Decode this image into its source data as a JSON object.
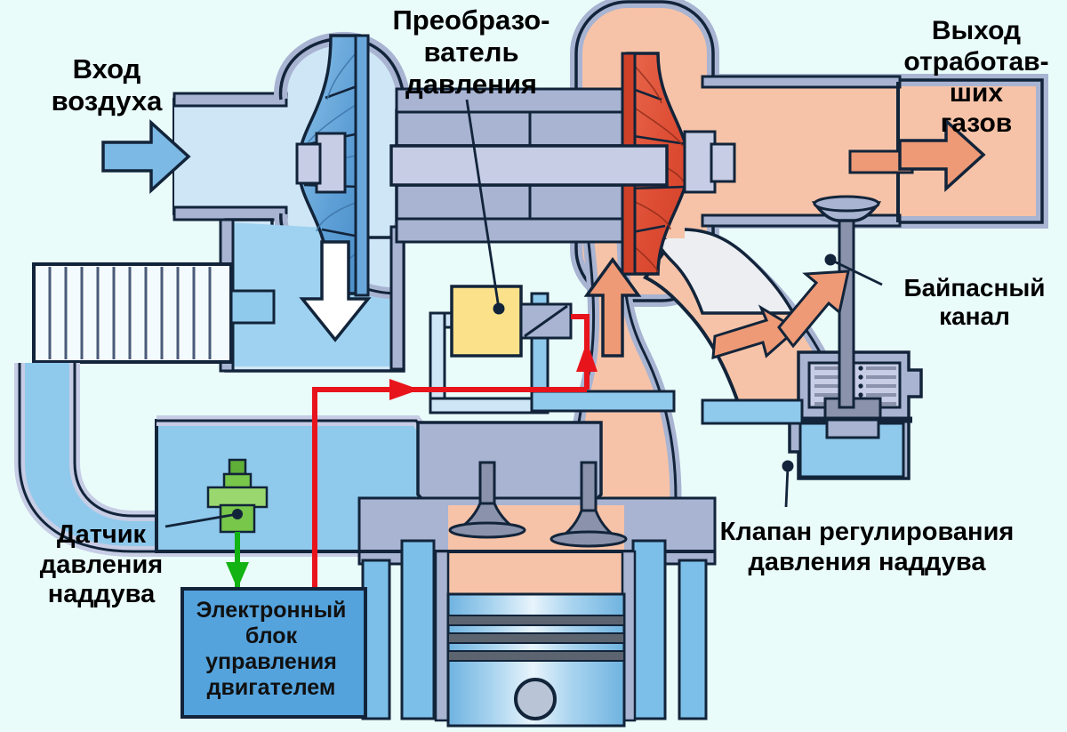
{
  "diagram": {
    "title": "Turbocharger with boost pressure control system (cutaway schematic)",
    "background_color": "#eafcfa",
    "labels": {
      "air_inlet": "Вход\nвоздуха",
      "pressure_converter": "Преобразо-\nватель\nдавления",
      "exhaust_outlet": "Выход\nотработав-\nших\nгазов",
      "bypass_channel": "Байпасный\nканал",
      "wastegate_valve": "Клапан регулирования\nдавления наддува",
      "boost_pressure_sensor": "Датчик\nдавления\nнаддува",
      "engine_ecu": "Электронный\nблок\nуправления\nдвигателем"
    },
    "colors": {
      "background": "#eafcfa",
      "intake_air_fill": "#8fc9ec",
      "intake_air_light": "#cfe6f6",
      "exhaust_fill": "#f6c3a8",
      "exhaust_arrow": "#ee9a76",
      "turbine_wheel": "#e0513a",
      "compressor_wheel": "#6aa8dc",
      "housing_metal": "#a8b4d2",
      "housing_metal_light": "#c6cde4",
      "converter_yellow": "#fbe28a",
      "sensor_green": "#78c64a",
      "ecu_blue": "#54a3dd",
      "control_line_red": "#e8141c",
      "signal_line_green": "#12b312",
      "outline": "#12243a"
    },
    "components": [
      {
        "name": "compressor-housing",
        "flow": "intake-air"
      },
      {
        "name": "compressor-wheel",
        "flow": "intake-air"
      },
      {
        "name": "turbine-housing",
        "flow": "exhaust-gas"
      },
      {
        "name": "turbine-wheel",
        "flow": "exhaust-gas"
      },
      {
        "name": "bearing-housing-shaft",
        "flow": "none"
      },
      {
        "name": "intercooler",
        "flow": "intake-air"
      },
      {
        "name": "intake-manifold",
        "flow": "intake-air"
      },
      {
        "name": "pressure-converter",
        "flow": "control"
      },
      {
        "name": "wastegate-actuator",
        "flow": "control"
      },
      {
        "name": "bypass-channel",
        "flow": "exhaust-gas"
      },
      {
        "name": "boost-pressure-sensor",
        "flow": "signal"
      },
      {
        "name": "engine-ecu",
        "flow": "signal"
      },
      {
        "name": "cylinder-piston",
        "flow": "none"
      },
      {
        "name": "intake-valve",
        "flow": "intake-air"
      },
      {
        "name": "exhaust-valve",
        "flow": "exhaust-gas"
      }
    ],
    "flow_arrows": [
      {
        "name": "air-inlet-arrow",
        "direction": "right",
        "color": "#7cb9e4"
      },
      {
        "name": "compressed-air-down-arrow",
        "direction": "down",
        "color": "#ffffff"
      },
      {
        "name": "exhaust-up-arrow",
        "direction": "up",
        "color": "#ee9a76"
      },
      {
        "name": "bypass-arrow-1",
        "direction": "right",
        "color": "#ee9a76"
      },
      {
        "name": "bypass-arrow-2",
        "direction": "up-right",
        "color": "#ee9a76"
      },
      {
        "name": "exhaust-outlet-arrow",
        "direction": "right",
        "color": "#ee9a76"
      },
      {
        "name": "control-line-arrow-right",
        "direction": "right",
        "color": "#e8141c"
      },
      {
        "name": "control-line-arrow-up",
        "direction": "up",
        "color": "#e8141c"
      },
      {
        "name": "sensor-signal-arrow",
        "direction": "down",
        "color": "#12b312"
      }
    ]
  }
}
